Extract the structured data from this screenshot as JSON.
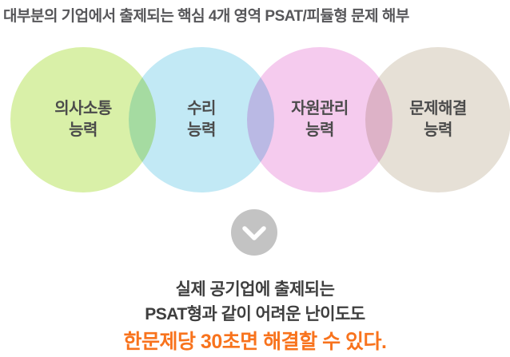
{
  "title": {
    "text": "대부분의 기업에서 출제되는 핵심 4개 영역 PSAT/피듈형 문제 해부"
  },
  "venn": {
    "circles": [
      {
        "id": "communication",
        "label_line1": "의사소통",
        "label_line2": "능력",
        "color": "#d9f0a8"
      },
      {
        "id": "numerical",
        "label_line1": "수리",
        "label_line2": "능력",
        "color": "#c2e9f5"
      },
      {
        "id": "resource-management",
        "label_line1": "자원관리",
        "label_line2": "능력",
        "color": "#f5cbee"
      },
      {
        "id": "problem-solving",
        "label_line1": "문제해결",
        "label_line2": "능력",
        "color": "#e6e0d6"
      }
    ],
    "label_text_color": "#4b4b4b"
  },
  "scroll_button": {
    "icon": "chevron-down-icon",
    "bg_color": "#c3c3c3",
    "chevron_color": "#ffffff"
  },
  "bottom_text": {
    "line1": "실제 공기업에 출제되는",
    "line2": "PSAT형과 같이 어려운 난이도도",
    "line3": "한문제당 30초면 해결할 수 있다.",
    "text_color": "#3e3e3e",
    "highlight_color": "#f8731d"
  },
  "title_color": "#57575a"
}
